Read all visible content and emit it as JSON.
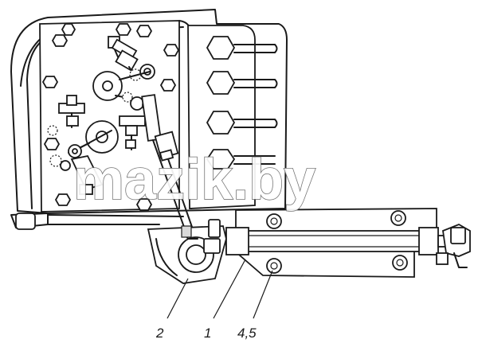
{
  "watermark": "mazik.by",
  "callouts": [
    {
      "id": "callout-2",
      "label": "2"
    },
    {
      "id": "callout-1",
      "label": "1"
    },
    {
      "id": "callout-4-5",
      "label": "4,5"
    }
  ],
  "colors": {
    "line": "#1a1a1a",
    "background": "#ffffff",
    "watermark_stroke": "#6a6a6a"
  }
}
